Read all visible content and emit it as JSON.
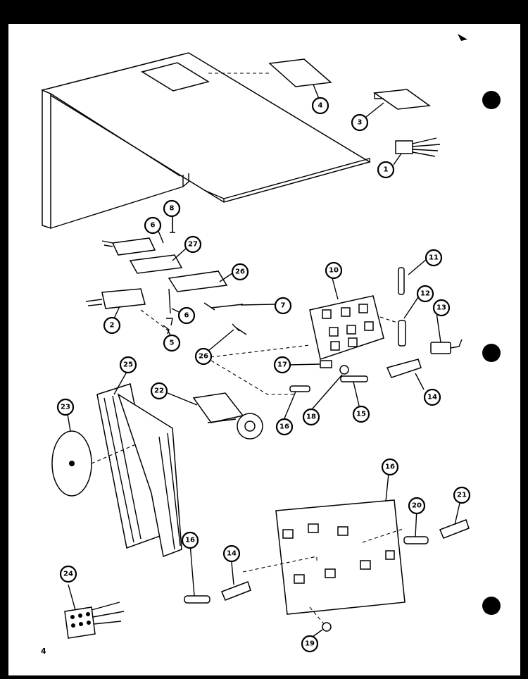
{
  "page_number": "4",
  "callouts": [
    {
      "id": "c1",
      "label": "1"
    },
    {
      "id": "c3",
      "label": "3"
    },
    {
      "id": "c4",
      "label": "4"
    },
    {
      "id": "c8",
      "label": "8"
    },
    {
      "id": "c6a",
      "label": "6"
    },
    {
      "id": "c27",
      "label": "27"
    },
    {
      "id": "c26a",
      "label": "26"
    },
    {
      "id": "c7",
      "label": "7"
    },
    {
      "id": "c6b",
      "label": "6"
    },
    {
      "id": "c2",
      "label": "2"
    },
    {
      "id": "c5",
      "label": "5"
    },
    {
      "id": "c26b",
      "label": "26"
    },
    {
      "id": "c10",
      "label": "10"
    },
    {
      "id": "c11",
      "label": "11"
    },
    {
      "id": "c12",
      "label": "12"
    },
    {
      "id": "c13",
      "label": "13"
    },
    {
      "id": "c17",
      "label": "17"
    },
    {
      "id": "c14a",
      "label": "14"
    },
    {
      "id": "c18a",
      "label": "18"
    },
    {
      "id": "c15",
      "label": "15"
    },
    {
      "id": "c16a",
      "label": "16"
    },
    {
      "id": "c25",
      "label": "25"
    },
    {
      "id": "c22",
      "label": "22"
    },
    {
      "id": "c23",
      "label": "23"
    },
    {
      "id": "c16b",
      "label": "16"
    },
    {
      "id": "c20",
      "label": "20"
    },
    {
      "id": "c21",
      "label": "21"
    },
    {
      "id": "c16c",
      "label": "16"
    },
    {
      "id": "c14b",
      "label": "14"
    },
    {
      "id": "c24",
      "label": "24"
    },
    {
      "id": "c19",
      "label": "19"
    }
  ]
}
